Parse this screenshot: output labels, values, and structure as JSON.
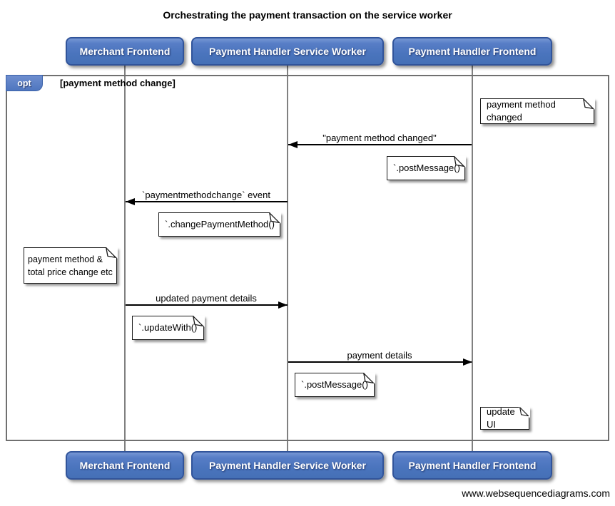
{
  "title": "Orchestrating the payment transaction on the service worker",
  "watermark": "www.websequencediagrams.com",
  "actors": [
    {
      "label": "Merchant Frontend"
    },
    {
      "label": "Payment Handler Service Worker"
    },
    {
      "label": "Payment Handler Frontend"
    }
  ],
  "fragment": {
    "keyword": "opt",
    "guard": "[payment method change]"
  },
  "messages": [
    {
      "label": "\"payment method changed\"",
      "from": "Payment Handler Frontend",
      "to": "Payment Handler Service Worker",
      "direction": "left"
    },
    {
      "label": "`paymentmethodchange` event",
      "from": "Payment Handler Service Worker",
      "to": "Merchant Frontend",
      "direction": "left"
    },
    {
      "label": "updated payment details",
      "from": "Merchant Frontend",
      "to": "Payment Handler Service Worker",
      "direction": "right"
    },
    {
      "label": "payment details",
      "from": "Payment Handler Service Worker",
      "to": "Payment Handler Frontend",
      "direction": "right"
    }
  ],
  "notes": [
    {
      "text": "payment method changed",
      "anchor": "right of Payment Handler Frontend"
    },
    {
      "text": "`.postMessage()`",
      "anchor": "left of Payment Handler Frontend"
    },
    {
      "text": "`.changePaymentMethod()`",
      "anchor": "left of Payment Handler Service Worker"
    },
    {
      "text": "payment method &\ntotal price change etc",
      "anchor": "left of Merchant Frontend"
    },
    {
      "text": "`.updateWith()`",
      "anchor": "right of Merchant Frontend"
    },
    {
      "text": "`.postMessage()`",
      "anchor": "right of Payment Handler Service Worker"
    },
    {
      "text": "update UI",
      "anchor": "right of Payment Handler Frontend"
    }
  ],
  "colors": {
    "actor_fill": "#4a74bd",
    "actor_border": "#31549a",
    "actor_text": "#ffffff",
    "fragment_tab": "#5076c0",
    "frame_border": "#707070",
    "lifeline": "#808080",
    "note_fill": "#ffffff",
    "note_border": "#1a1a1a",
    "message_line": "#000000",
    "background": "#ffffff"
  }
}
